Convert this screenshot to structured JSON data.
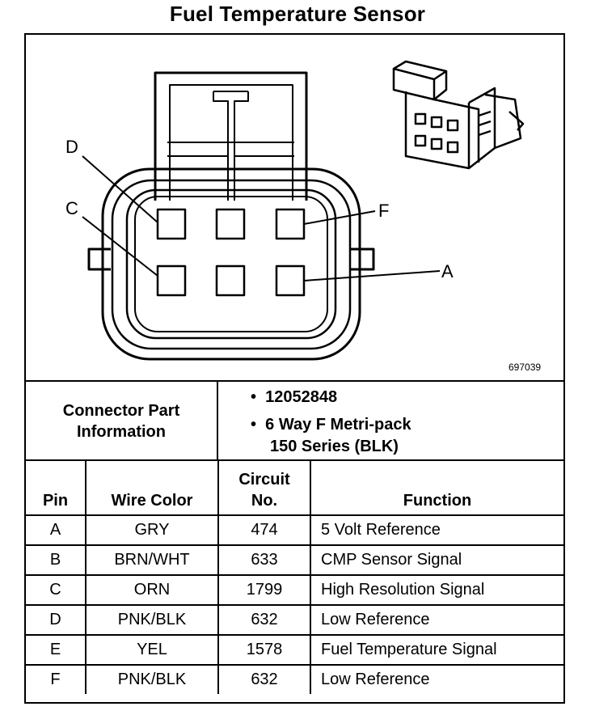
{
  "title": "Fuel Temperature Sensor",
  "figure_id": "697039",
  "pin_labels": {
    "D": "D",
    "C": "C",
    "F": "F",
    "A": "A"
  },
  "connector_info": {
    "label_line1": "Connector Part",
    "label_line2": "Information",
    "part_number": "12052848",
    "desc_line1": "6 Way F Metri-pack",
    "desc_line2": "150 Series (BLK)",
    "bullet": "•"
  },
  "table": {
    "headers": {
      "pin": "Pin",
      "wire_color": "Wire Color",
      "circuit_line1": "Circuit",
      "circuit_line2": "No.",
      "function": "Function"
    },
    "rows": [
      {
        "pin": "A",
        "wire": "GRY",
        "circuit": "474",
        "function": "5 Volt Reference"
      },
      {
        "pin": "B",
        "wire": "BRN/WHT",
        "circuit": "633",
        "function": "CMP Sensor Signal"
      },
      {
        "pin": "C",
        "wire": "ORN",
        "circuit": "1799",
        "function": "High Resolution Signal"
      },
      {
        "pin": "D",
        "wire": "PNK/BLK",
        "circuit": "632",
        "function": "Low Reference"
      },
      {
        "pin": "E",
        "wire": "YEL",
        "circuit": "1578",
        "function": "Fuel Temperature Signal"
      },
      {
        "pin": "F",
        "wire": "PNK/BLK",
        "circuit": "632",
        "function": "Low Reference"
      }
    ]
  }
}
